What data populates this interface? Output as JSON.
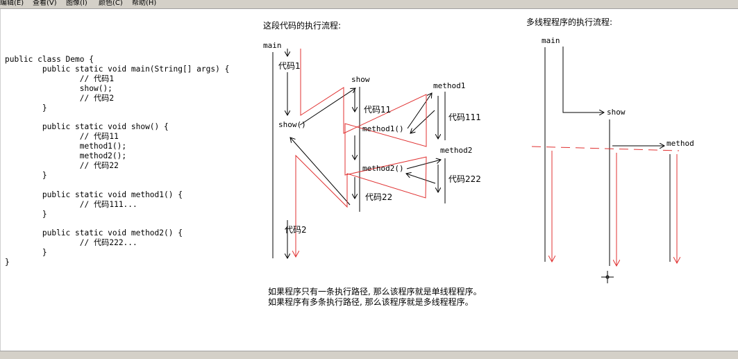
{
  "menu": {
    "edit": "编辑(E)",
    "view": "查看(V)",
    "image": "图像(I)",
    "colors": "颜色(C)",
    "help": "帮助(H)"
  },
  "code": "public class Demo {\n        public static void main(String[] args) {\n                // 代码1\n                show();\n                // 代码2\n        }\n\n        public static void show() {\n                // 代码11\n                method1();\n                method2();\n                // 代码22\n        }\n\n        public static void method1() {\n                // 代码111...\n        }\n\n        public static void method2() {\n                // 代码222...\n        }\n}",
  "single_flow": {
    "title": "这段代码的执行流程:",
    "main": "main",
    "code1": "代码1",
    "show_call": "show()",
    "code2": "代码2",
    "show": "show",
    "code11": "代码11",
    "method1_call": "method1()",
    "method2_call": "method2()",
    "code22": "代码22",
    "method1": "method1",
    "code111": "代码111",
    "method2": "method2",
    "code222": "代码222"
  },
  "multi_flow": {
    "title": "多线程程序的执行流程:",
    "main": "main",
    "show": "show",
    "method": "method"
  },
  "notes": {
    "line1": "如果程序只有一条执行路径, 那么该程序就是单线程程序。",
    "line2": "如果程序有多条执行路径, 那么该程序就是多线程程序。"
  },
  "colors": {
    "red": "#e03030",
    "ink": "#000000",
    "chrome": "#d4d0c8"
  }
}
